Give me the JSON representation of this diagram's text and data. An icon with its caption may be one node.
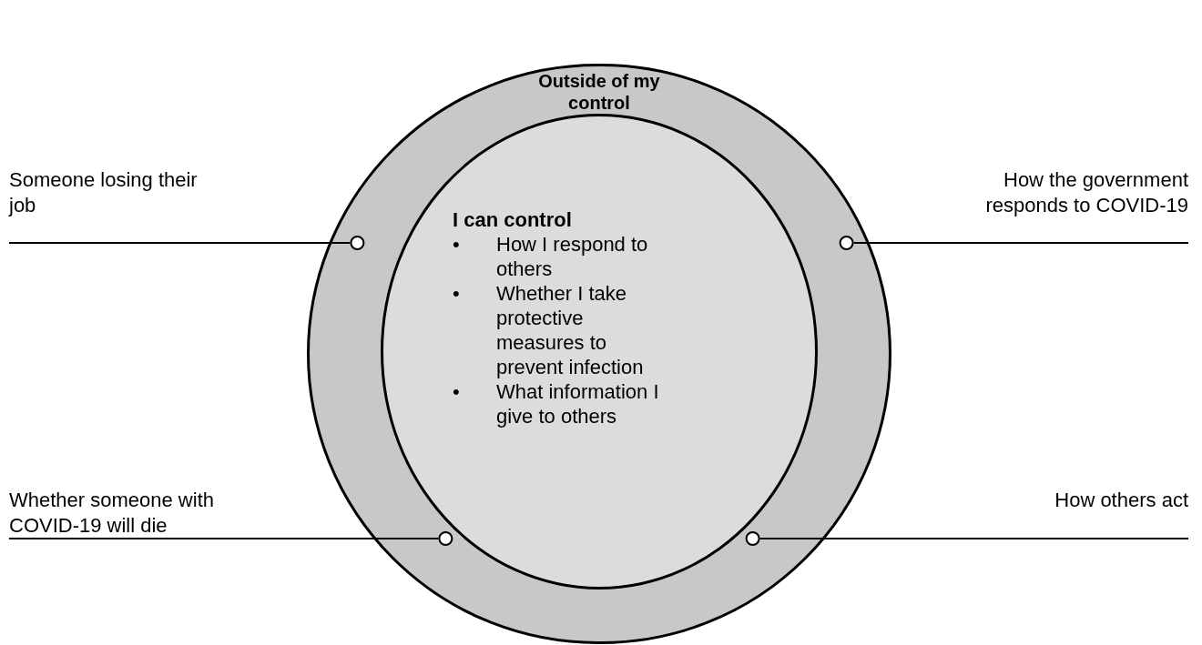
{
  "diagram": {
    "nodes": [
      {
        "text": [
          "Outside of my control"
        ]
      },
      {
        "text": [
          "I can control",
          "• How I respond to others",
          "• Whether I take protective measures to prevent infection",
          "• What information I give to others"
        ],
        "in": 0
      },
      {
        "text": [
          "Someone losing their job"
        ]
      },
      {
        "text": [
          "How the government responds to COVID-19"
        ]
      },
      {
        "text": [
          "Whether someone with COVID-19 will die"
        ]
      },
      {
        "text": [
          "How others act"
        ]
      }
    ],
    "edges": [
      {
        "from": 2,
        "to": 0,
        "arrow": "other"
      },
      {
        "from": 3,
        "to": 0,
        "arrow": "other"
      },
      {
        "from": 4,
        "to": 0,
        "arrow": "other"
      },
      {
        "from": 5,
        "to": 0,
        "arrow": "other"
      }
    ]
  }
}
